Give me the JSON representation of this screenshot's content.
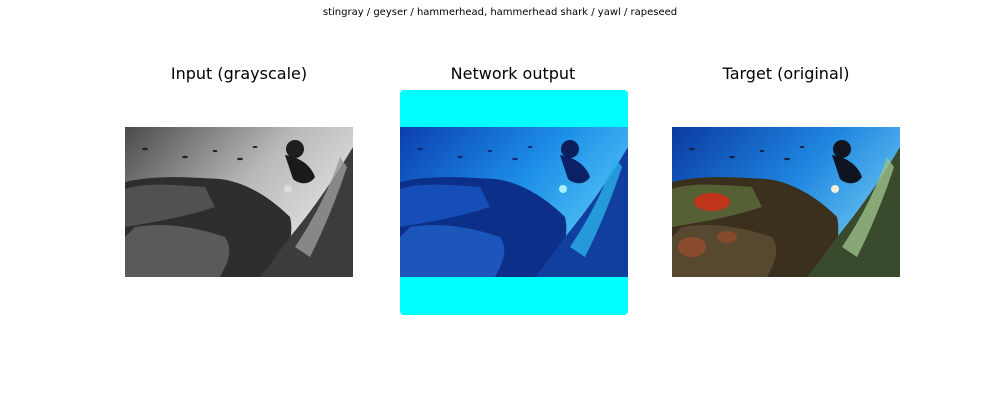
{
  "suptitle": "stingray / geyser / hammerhead, hammerhead shark / yawl / rapeseed",
  "panels": [
    {
      "title": "Input (grayscale)"
    },
    {
      "title": "Network output"
    },
    {
      "title": "Target (original)"
    }
  ],
  "colors": {
    "background": "#ffffff",
    "cyan_padding": "#00ffff",
    "water_blue": "#1b6fd6",
    "reef_red": "#c0351a"
  }
}
